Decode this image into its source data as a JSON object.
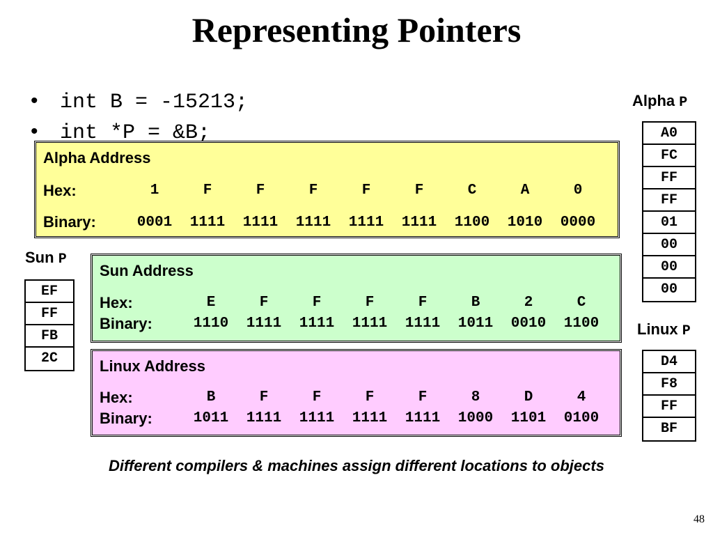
{
  "slide": {
    "title": "Representing Pointers",
    "bullets": [
      "int B = -15213;",
      "int *P = &B;"
    ],
    "caption": "Different compilers & machines assign different locations to objects",
    "page_number": "48"
  },
  "alpha": {
    "label_prefix": "Alpha",
    "label_var": "P",
    "bytes": [
      "A0",
      "FC",
      "FF",
      "FF",
      "01",
      "00",
      "00",
      "00"
    ],
    "box_title": "Alpha Address",
    "hex_label": "Hex:",
    "hex_digits": [
      "1",
      "F",
      "F",
      "F",
      "F",
      "F",
      "C",
      "A",
      "0"
    ],
    "binary_label": "Binary:",
    "binary_groups": [
      "0001",
      "1111",
      "1111",
      "1111",
      "1111",
      "1111",
      "1100",
      "1010",
      "0000"
    ]
  },
  "sun": {
    "label_prefix": "Sun",
    "label_var": "P",
    "bytes": [
      "EF",
      "FF",
      "FB",
      "2C"
    ],
    "box_title": "Sun Address",
    "hex_label": "Hex:",
    "hex_digits": [
      "E",
      "F",
      "F",
      "F",
      "F",
      "B",
      "2",
      "C"
    ],
    "binary_label": "Binary:",
    "binary_groups": [
      "1110",
      "1111",
      "1111",
      "1111",
      "1111",
      "1011",
      "0010",
      "1100"
    ]
  },
  "linux": {
    "label_prefix": "Linux",
    "label_var": "P",
    "bytes": [
      "D4",
      "F8",
      "FF",
      "BF"
    ],
    "box_title": "Linux Address",
    "hex_label": "Hex:",
    "hex_digits": [
      "B",
      "F",
      "F",
      "F",
      "F",
      "8",
      "D",
      "4"
    ],
    "binary_label": "Binary:",
    "binary_groups": [
      "1011",
      "1111",
      "1111",
      "1111",
      "1111",
      "1000",
      "1101",
      "0100"
    ]
  },
  "colors": {
    "alpha_fill": "#ffff99",
    "sun_fill": "#ccffcc",
    "linux_fill": "#ffccff"
  }
}
